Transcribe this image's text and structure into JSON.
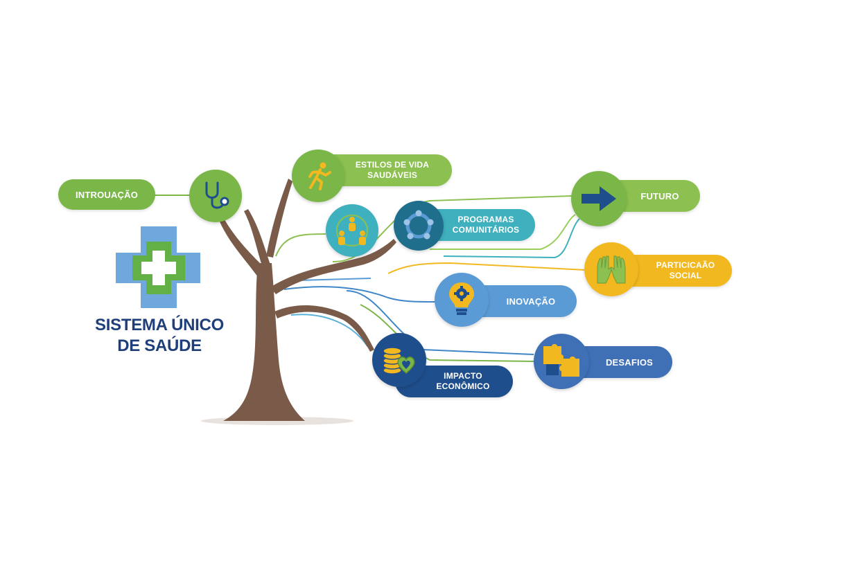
{
  "brand": {
    "title_line1": "SISTEMA ÚNICO",
    "title_line2": "DE SAÚDE"
  },
  "topics": {
    "introducao": {
      "label": "INTROUAÇÃO",
      "icon": "stethoscope-icon"
    },
    "estilos": {
      "label_line1": "ESTILOS DE VIDA",
      "label_line2": "SAUDÁVEIS",
      "icon": "running-person-icon"
    },
    "comunidade": {
      "icon": "people-group-icon"
    },
    "programas": {
      "label_line1": "PROGRAMAS",
      "label_line2": "COMUNITÁRIOS",
      "icon": "community-circle-icon"
    },
    "futuro": {
      "label": "FUTURO",
      "icon": "arrow-right-icon"
    },
    "participacao": {
      "label_line1": "PARTICICAÃO",
      "label_line2": "SOCIAL",
      "icon": "raised-hands-icon"
    },
    "inovacao": {
      "label": "INOVAÇÃO",
      "icon": "lightbulb-gear-icon"
    },
    "desafios": {
      "label": "DESAFIOS",
      "icon": "puzzle-icon"
    },
    "impacto": {
      "label_line1": "IMPACTO",
      "label_line2": "ECONÔMICO",
      "icon": "coins-heart-icon"
    }
  },
  "colors": {
    "green": "#7ab648",
    "teal": "#3fb0bd",
    "blue": "#5b9bd5",
    "navy": "#1f4e8c",
    "yellow": "#f2b820",
    "trunk": "#7a5a48",
    "title": "#1f3f7a"
  }
}
